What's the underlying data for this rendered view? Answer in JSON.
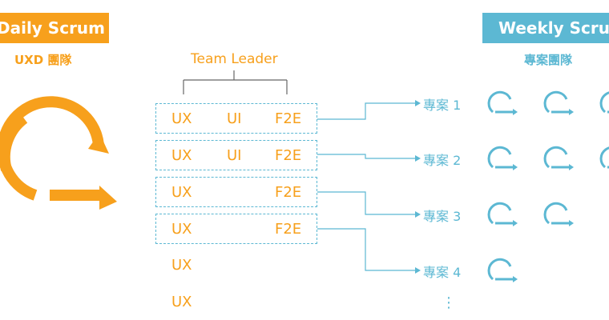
{
  "left": {
    "banner": "Daily Scrum",
    "team": "UXD 團隊",
    "color": "#F7A01C"
  },
  "center": {
    "leader": "Team Leader",
    "rows": [
      {
        "ux": "UX",
        "ui": "UI",
        "f2e": "F2E"
      },
      {
        "ux": "UX",
        "ui": "UI",
        "f2e": "F2E"
      },
      {
        "ux": "UX",
        "ui": "",
        "f2e": "F2E"
      },
      {
        "ux": "UX",
        "ui": "",
        "f2e": "F2E"
      }
    ],
    "extra_members": [
      "UX",
      "UX"
    ]
  },
  "right": {
    "banner": "Weekly Scrum",
    "team": "專案團隊",
    "color": "#5CB8D3",
    "projects": [
      {
        "label": "專案 1",
        "cycles": 3
      },
      {
        "label": "專案 2",
        "cycles": 3
      },
      {
        "label": "專案 3",
        "cycles": 2
      },
      {
        "label": "專案 4",
        "cycles": 1
      }
    ],
    "more": "⋮"
  }
}
